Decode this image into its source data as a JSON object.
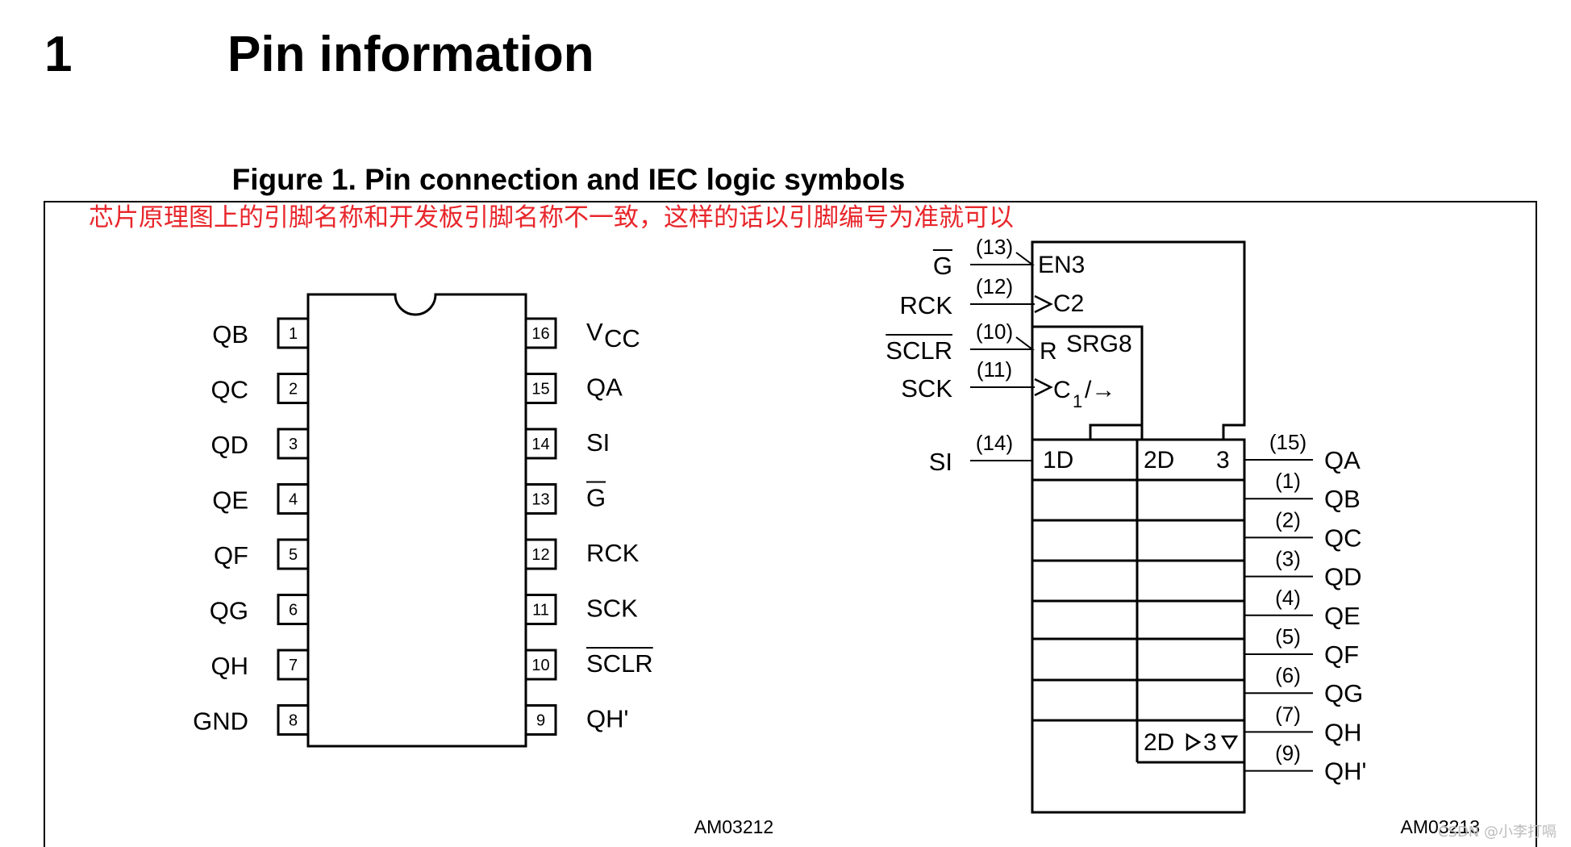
{
  "heading": {
    "number": "1",
    "title": "Pin information"
  },
  "figure": {
    "caption": "Figure 1. Pin connection and IEC logic symbols"
  },
  "annotation": {
    "text": "芯片原理图上的引脚名称和开发板引脚名称不一致，这样的话以引脚编号为准就可以",
    "color": "#e8262b"
  },
  "package": {
    "ref_id": "AM03212",
    "pins_left": [
      {
        "num": "1",
        "name": "QB"
      },
      {
        "num": "2",
        "name": "QC"
      },
      {
        "num": "3",
        "name": "QD"
      },
      {
        "num": "4",
        "name": "QE"
      },
      {
        "num": "5",
        "name": "QF"
      },
      {
        "num": "6",
        "name": "QG"
      },
      {
        "num": "7",
        "name": "QH"
      },
      {
        "num": "8",
        "name": "GND"
      }
    ],
    "pins_right": [
      {
        "num": "16",
        "name": "V",
        "sub": "CC",
        "overline": false
      },
      {
        "num": "15",
        "name": "QA",
        "overline": false
      },
      {
        "num": "14",
        "name": "SI",
        "overline": false
      },
      {
        "num": "13",
        "name": "G",
        "overline": true
      },
      {
        "num": "12",
        "name": "RCK",
        "overline": false
      },
      {
        "num": "11",
        "name": "SCK",
        "overline": false
      },
      {
        "num": "10",
        "name": "SCLR",
        "overline": true
      },
      {
        "num": "9",
        "name": "QH'",
        "overline": false
      }
    ]
  },
  "iec": {
    "ref_id": "AM03213",
    "inputs": [
      {
        "name": "G",
        "pin": "(13)",
        "overline": true
      },
      {
        "name": "RCK",
        "pin": "(12)",
        "overline": false
      },
      {
        "name": "SCLR",
        "pin": "(10)",
        "overline": true
      },
      {
        "name": "SCK",
        "pin": "(11)",
        "overline": false
      },
      {
        "name": "SI",
        "pin": "(14)",
        "overline": false
      }
    ],
    "block_labels": {
      "en": "EN3",
      "c2": "C2",
      "r": "R",
      "srg": "SRG8",
      "c1": "C",
      "c1_sub": "1",
      "c1_suffix": "/→",
      "d1": "1D",
      "d2": "2D",
      "d3": "3",
      "bottom_2d": "2D",
      "bottom_3": "3"
    },
    "outputs": [
      {
        "pin": "(15)",
        "name": "QA"
      },
      {
        "pin": "(1)",
        "name": "QB"
      },
      {
        "pin": "(2)",
        "name": "QC"
      },
      {
        "pin": "(3)",
        "name": "QD"
      },
      {
        "pin": "(4)",
        "name": "QE"
      },
      {
        "pin": "(5)",
        "name": "QF"
      },
      {
        "pin": "(6)",
        "name": "QG"
      },
      {
        "pin": "(7)",
        "name": "QH"
      },
      {
        "pin": "(9)",
        "name": "QH'"
      }
    ]
  },
  "watermark": "CSDN @小李打嗝"
}
